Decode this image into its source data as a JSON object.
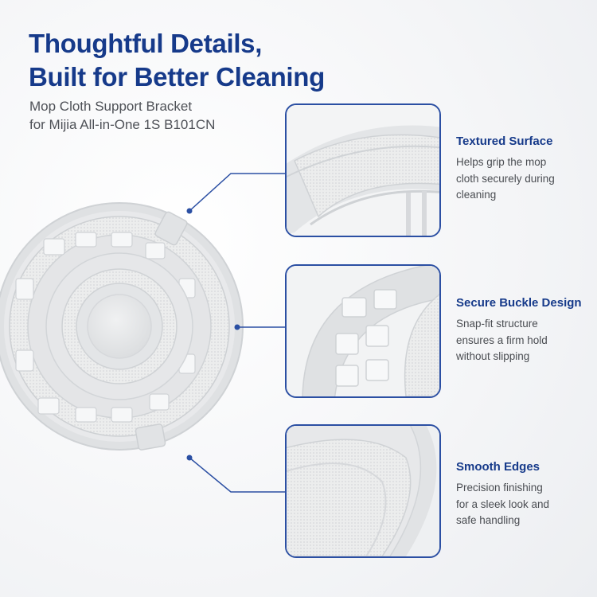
{
  "header": {
    "title_line1": "Thoughtful Details,",
    "title_line2": "Built for Better Cleaning",
    "subtitle_line1": "Mop Cloth Support Bracket",
    "subtitle_line2": "for Mijia All-in-One 1S B101CN"
  },
  "features": [
    {
      "title": "Textured Surface",
      "desc_lines": [
        "Helps grip the mop",
        "cloth securely during",
        "cleaning"
      ]
    },
    {
      "title": "Secure Buckle Design",
      "desc_lines": [
        "Snap-fit structure",
        "ensures a firm hold",
        "without slipping"
      ]
    },
    {
      "title": "Smooth Edges",
      "desc_lines": [
        "Precision finishing",
        "for a sleek look and",
        "safe handling"
      ]
    }
  ],
  "colors": {
    "accent": "#2b4fa3",
    "title": "#163a8a",
    "text": "#4a4d52",
    "product": "#e6e7e9"
  }
}
